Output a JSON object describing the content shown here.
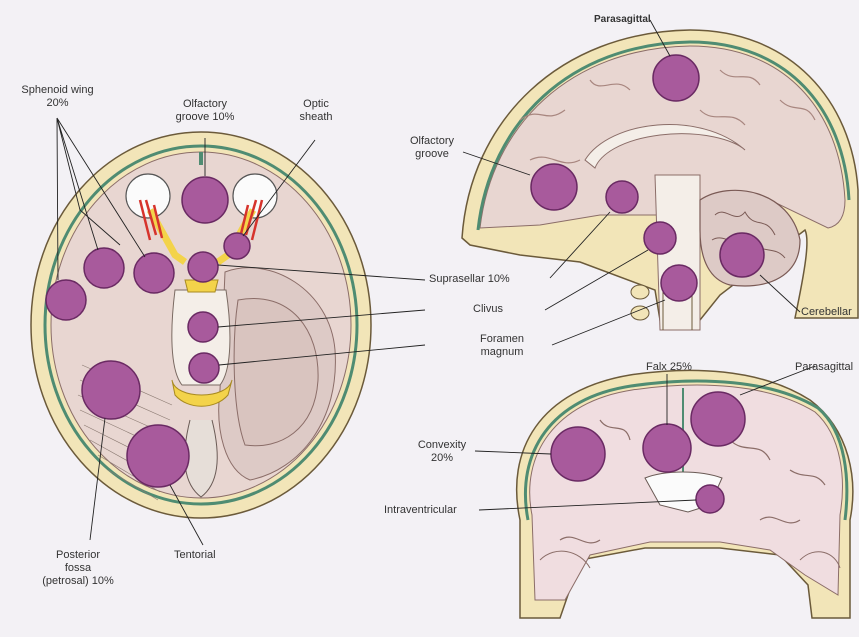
{
  "labels": {
    "sphenoid_wing": [
      "Sphenoid wing",
      "20%"
    ],
    "olfactory_groove_axial": [
      "Olfactory",
      "groove 10%"
    ],
    "optic_sheath": [
      "Optic",
      "sheath"
    ],
    "suprasellar": "Suprasellar 10%",
    "clivus": "Clivus",
    "foramen_magnum": [
      "Foramen",
      "magnum"
    ],
    "posterior_fossa": [
      "Posterior",
      "fossa",
      "(petrosal) 10%"
    ],
    "tentorial": "Tentorial",
    "parasagittal_sagittal": "Parasagittal",
    "olfactory_groove_sagittal": [
      "Olfactory",
      "groove"
    ],
    "cerebellar": "Cerebellar",
    "falx": "Falx 25%",
    "parasagittal_coronal": "Parasagittal",
    "convexity": [
      "Convexity",
      "20%"
    ],
    "intraventricular": "Intraventricular"
  },
  "colors": {
    "tumor": "#a85a9c",
    "brain": "#e6d3d0",
    "skull": "#f1e7b3",
    "dura": "#6aa489",
    "orbit_vessel": "#d6332c",
    "sella": "#f3d34a"
  }
}
